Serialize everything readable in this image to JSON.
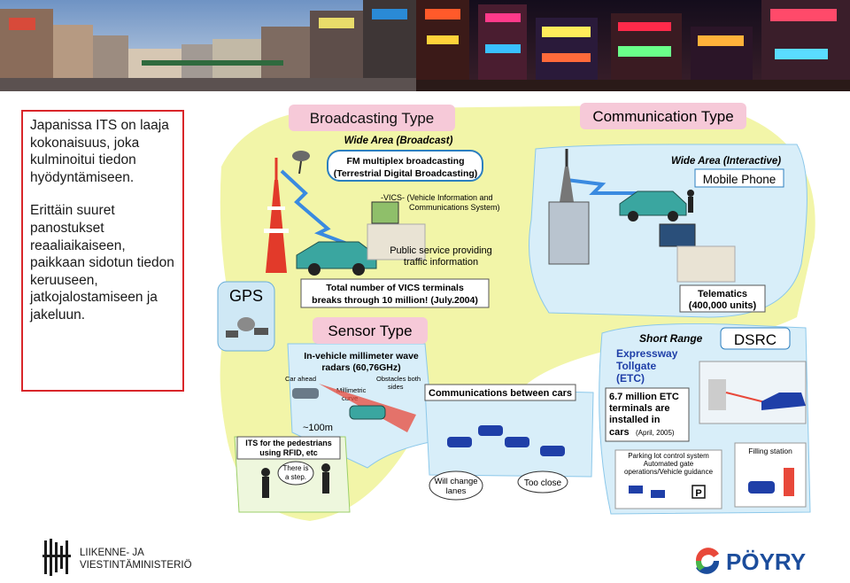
{
  "left_text": {
    "paragraph1": "Japanissa ITS on laaja kokonaisuus, joka kulminoitui tiedon hyödyntämiseen.",
    "paragraph2": "Erittäin suuret panostukset reaaliaikaiseen, paikkaan sidotun tiedon keruuseen, jatkojalostamiseen ja jakeluun."
  },
  "diagram": {
    "broadcasting_type": "Broadcasting Type",
    "wide_area_broadcast": "Wide Area (Broadcast)",
    "fm_multiplex_1": "FM multiplex broadcasting",
    "fm_multiplex_2": "(Terrestrial Digital Broadcasting)",
    "vics_1": "-VICS- (Vehicle Information and",
    "vics_2": "Communications System)",
    "public_service_1": "Public service providing",
    "public_service_2": "traffic information",
    "vics_terminals_1": "Total number of VICS terminals",
    "vics_terminals_2": "breaks through 10 million! (July.2004)",
    "gps": "GPS",
    "sensor_type": "Sensor Type",
    "in_vehicle_1": "In-vehicle millimeter wave",
    "in_vehicle_2": "radars (60,76GHz)",
    "car_ahead": "Car ahead",
    "millimetric_1": "Millimetric",
    "millimetric_2": "curve",
    "obstacles_1": "Obstacles both",
    "obstacles_2": "sides",
    "distance": "~100m",
    "communications_between_cars": "Communications between cars",
    "pedestrians_1": "ITS for the pedestrians",
    "pedestrians_2": "using RFID, etc",
    "there_is_1": "There is",
    "there_is_2": "a step.",
    "will_change_1": "Will change",
    "will_change_2": "lanes",
    "too_close": "Too close",
    "communication_type": "Communication Type",
    "wide_area_interactive": "Wide Area (Interactive)",
    "mobile_phone": "Mobile Phone",
    "telematics_1": "Telematics",
    "telematics_2": "(400,000 units)",
    "short_range": "Short Range",
    "dsrc": "DSRC",
    "expressway_1": "Expressway",
    "expressway_2": "Tollgate",
    "expressway_3": "(ETC)",
    "etc_terminals_1": "6.7 million ETC",
    "etc_terminals_2": "terminals are",
    "etc_terminals_3": "installed in",
    "etc_terminals_4": "cars",
    "etc_terminals_date": "(April, 2005)",
    "parking_1": "Parking lot control system",
    "parking_2": "Automated gate",
    "parking_3": "operations/Vehicle guidance",
    "filling_station": "Filling station",
    "p_sign": "P"
  },
  "footer": {
    "ministry_line1": "LIIKENNE- JA",
    "ministry_line2": "VIESTINTÄMINISTERIÖ",
    "company_logo": "PÖYRY"
  },
  "colors": {
    "textbox_border": "#d9262a",
    "diagram_green": "#f2f5a8",
    "diagram_blue": "#d8eef9",
    "title_pink": "#f6c9d8",
    "gps_fill": "#cfe8f5",
    "poyry_blue": "#1c4d9c"
  }
}
